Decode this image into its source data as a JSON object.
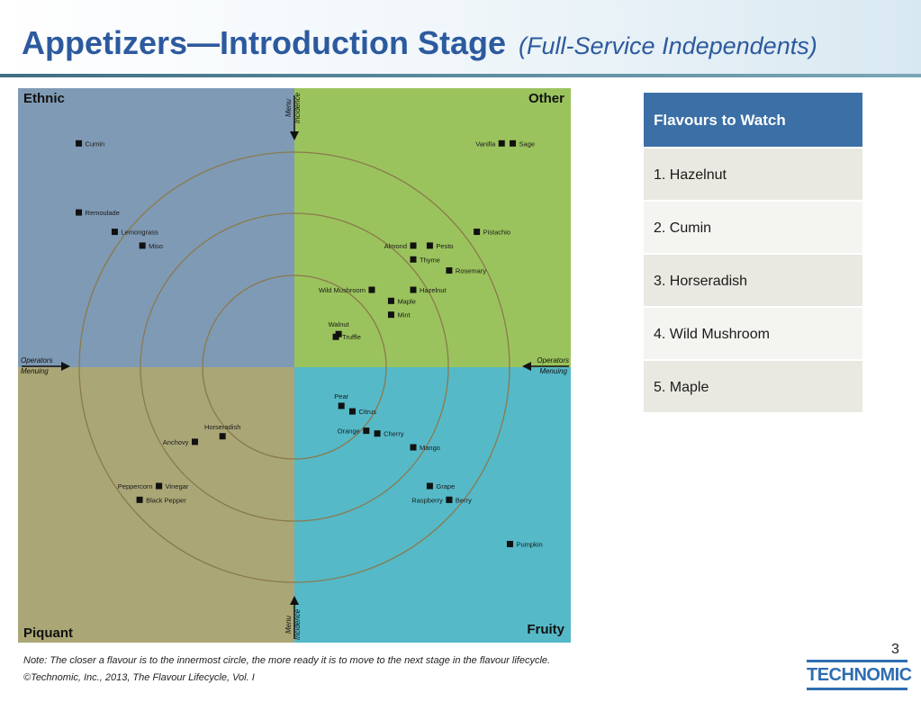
{
  "title": {
    "main": "Appetizers—Introduction Stage",
    "sub": "(Full-Service Independents)"
  },
  "colors": {
    "ethnic": "#7f9ab4",
    "other": "#9bc35d",
    "piquant": "#aaa676",
    "fruity": "#55b9c8",
    "ring": "#8a7a4e",
    "marker": "#111111",
    "title": "#2c5a9e",
    "table_header": "#3b6fa6"
  },
  "quadrants": {
    "ethnic": "Ethnic",
    "other": "Other",
    "piquant": "Piquant",
    "fruity": "Fruity"
  },
  "axes": {
    "menu_incidence": [
      "Menu",
      "Incidence"
    ],
    "operators_menuing": [
      "Operators",
      "Menuing"
    ]
  },
  "chart_data": {
    "type": "scatter",
    "description_source": "flavour positioning map",
    "rings": 3,
    "quadrants": [
      "Ethnic",
      "Other",
      "Piquant",
      "Fruity"
    ],
    "points": [
      {
        "label": "Cumin",
        "quadrant": "Ethnic",
        "x": -0.78,
        "y": 0.81
      },
      {
        "label": "Remoulade",
        "quadrant": "Ethnic",
        "x": -0.78,
        "y": 0.56
      },
      {
        "label": "Lemongrass",
        "quadrant": "Ethnic",
        "x": -0.65,
        "y": 0.49
      },
      {
        "label": "Miso",
        "quadrant": "Ethnic",
        "x": -0.55,
        "y": 0.44
      },
      {
        "label": "Vanilla",
        "quadrant": "Other",
        "x": 0.75,
        "y": 0.81
      },
      {
        "label": "Sage",
        "quadrant": "Other",
        "x": 0.79,
        "y": 0.81
      },
      {
        "label": "Pistachio",
        "quadrant": "Other",
        "x": 0.66,
        "y": 0.49
      },
      {
        "label": "Almond",
        "quadrant": "Other",
        "x": 0.43,
        "y": 0.44
      },
      {
        "label": "Pesto",
        "quadrant": "Other",
        "x": 0.49,
        "y": 0.44
      },
      {
        "label": "Thyme",
        "quadrant": "Other",
        "x": 0.43,
        "y": 0.39
      },
      {
        "label": "Rosemary",
        "quadrant": "Other",
        "x": 0.56,
        "y": 0.35
      },
      {
        "label": "Wild Mushroom",
        "quadrant": "Other",
        "x": 0.28,
        "y": 0.28
      },
      {
        "label": "Hazelnut",
        "quadrant": "Other",
        "x": 0.43,
        "y": 0.28
      },
      {
        "label": "Maple",
        "quadrant": "Other",
        "x": 0.35,
        "y": 0.24
      },
      {
        "label": "Mint",
        "quadrant": "Other",
        "x": 0.35,
        "y": 0.19
      },
      {
        "label": "Walnut",
        "quadrant": "Other",
        "x": 0.16,
        "y": 0.12
      },
      {
        "label": "Truffle",
        "quadrant": "Other",
        "x": 0.15,
        "y": 0.11
      },
      {
        "label": "Pear",
        "quadrant": "Fruity",
        "x": 0.17,
        "y": -0.14
      },
      {
        "label": "Citrus",
        "quadrant": "Fruity",
        "x": 0.21,
        "y": -0.16
      },
      {
        "label": "Orange",
        "quadrant": "Fruity",
        "x": 0.26,
        "y": -0.23
      },
      {
        "label": "Cherry",
        "quadrant": "Fruity",
        "x": 0.3,
        "y": -0.24
      },
      {
        "label": "Mango",
        "quadrant": "Fruity",
        "x": 0.43,
        "y": -0.29
      },
      {
        "label": "Grape",
        "quadrant": "Fruity",
        "x": 0.49,
        "y": -0.43
      },
      {
        "label": "Raspberry",
        "quadrant": "Fruity",
        "x": 0.56,
        "y": -0.48
      },
      {
        "label": "Berry",
        "quadrant": "Fruity",
        "x": 0.56,
        "y": -0.48
      },
      {
        "label": "Pumpkin",
        "quadrant": "Fruity",
        "x": 0.78,
        "y": -0.64
      },
      {
        "label": "Horseradish",
        "quadrant": "Piquant",
        "x": -0.26,
        "y": -0.25
      },
      {
        "label": "Anchovy",
        "quadrant": "Piquant",
        "x": -0.36,
        "y": -0.27
      },
      {
        "label": "Peppercorn",
        "quadrant": "Piquant",
        "x": -0.49,
        "y": -0.43
      },
      {
        "label": "Vinegar",
        "quadrant": "Piquant",
        "x": -0.49,
        "y": -0.43
      },
      {
        "label": "Black Pepper",
        "quadrant": "Piquant",
        "x": -0.56,
        "y": -0.48
      }
    ]
  },
  "flavours": {
    "header": "Flavours to Watch",
    "items": [
      "1. Hazelnut",
      "2. Cumin",
      "3. Horseradish",
      "4. Wild Mushroom",
      "5. Maple"
    ]
  },
  "page_number": "3",
  "note": "Note: The closer a flavour is to the innermost circle, the more ready it is to move to the next stage in the flavour lifecycle.",
  "copyright": "©Technomic, Inc., 2013, The Flavour Lifecycle, Vol. I",
  "logo": "TECHNOMIC"
}
